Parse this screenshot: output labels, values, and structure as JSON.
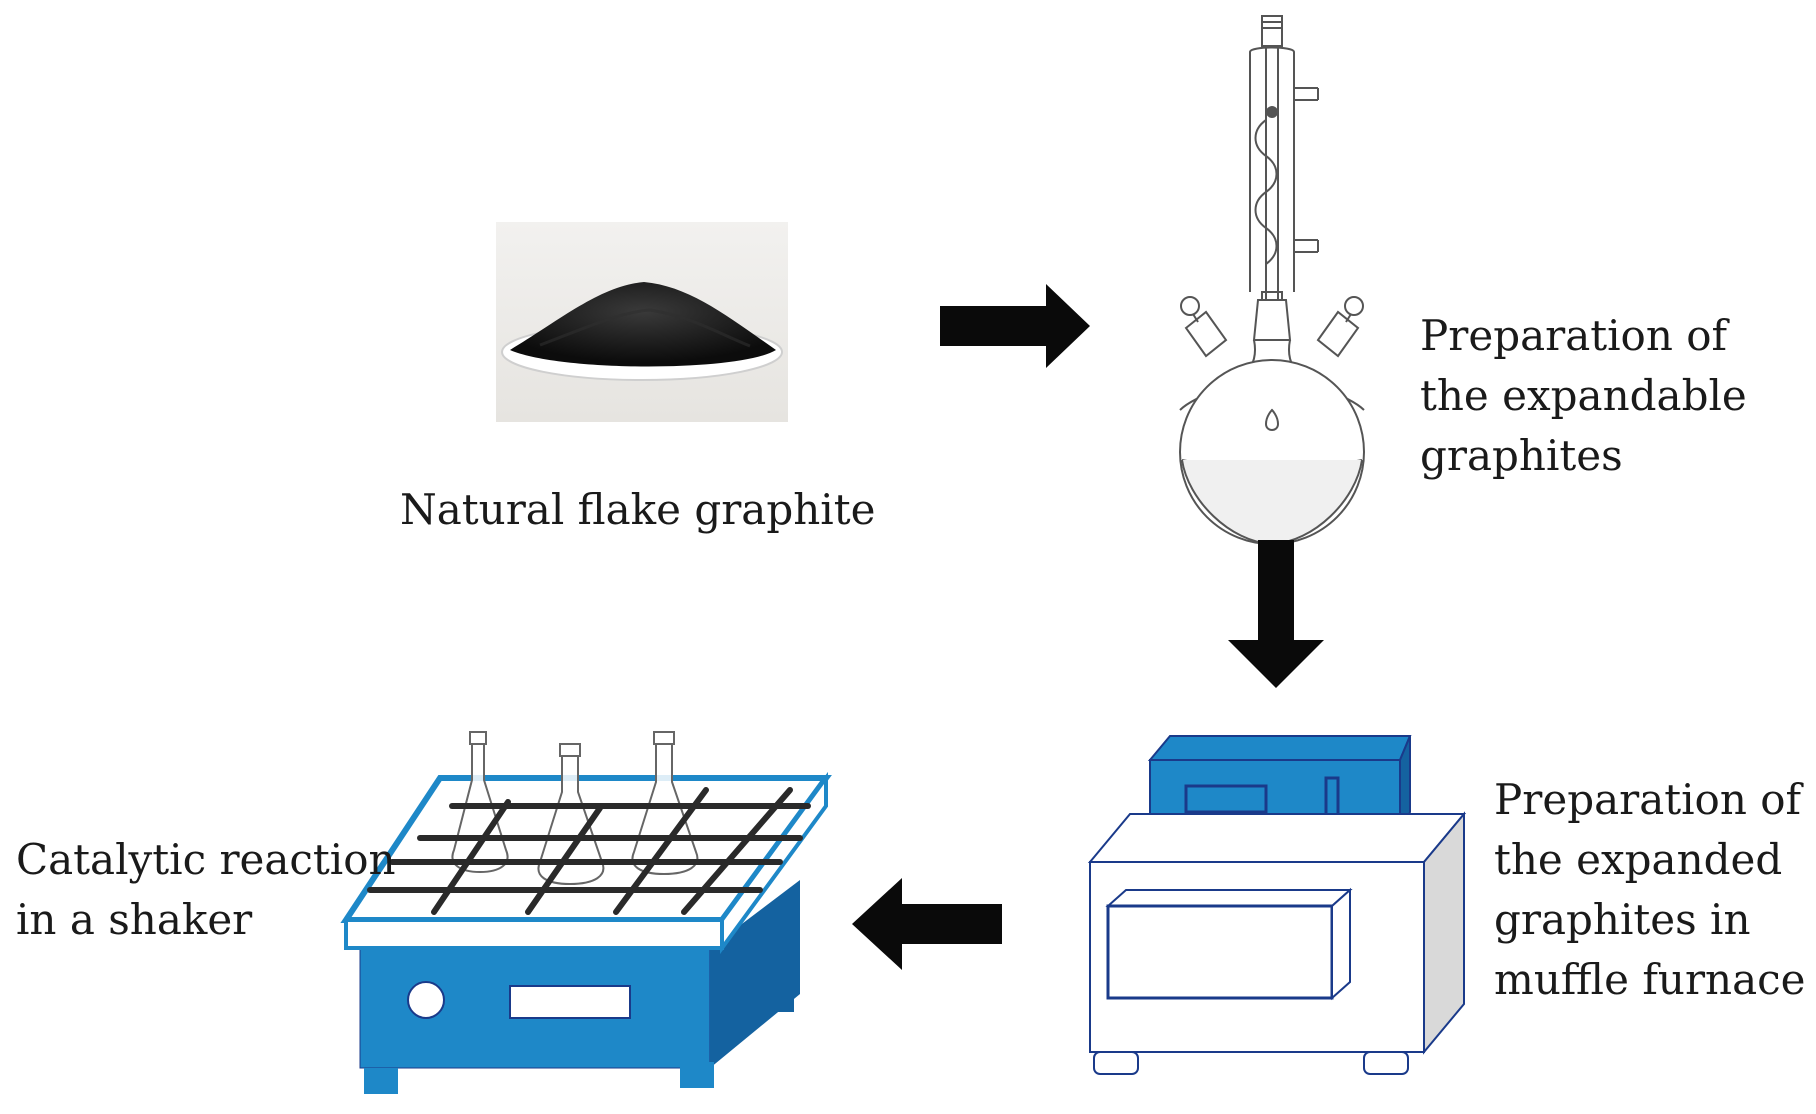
{
  "labels": {
    "natural_flake": "Natural flake graphite",
    "expandable": [
      "Preparation of",
      "the expandable",
      "graphites"
    ],
    "expanded": [
      "Preparation of",
      "the expanded",
      "graphites in",
      "muffle furnace"
    ],
    "catalytic": [
      "Catalytic reaction",
      "in a shaker"
    ]
  },
  "colors": {
    "arrow": "#0a0a0a",
    "device_blue": "#1e88c8",
    "device_blue_dark": "#1462a0",
    "device_outline": "#1a3a8a",
    "glass": "#555555",
    "graphite": "#1a1a1a",
    "furnace_side": "#d9d9d9"
  },
  "icons": [
    "graphite-photo-icon",
    "three-neck-flask-icon",
    "muffle-furnace-icon",
    "shaker-icon"
  ],
  "arrows": [
    "right",
    "down",
    "left"
  ]
}
